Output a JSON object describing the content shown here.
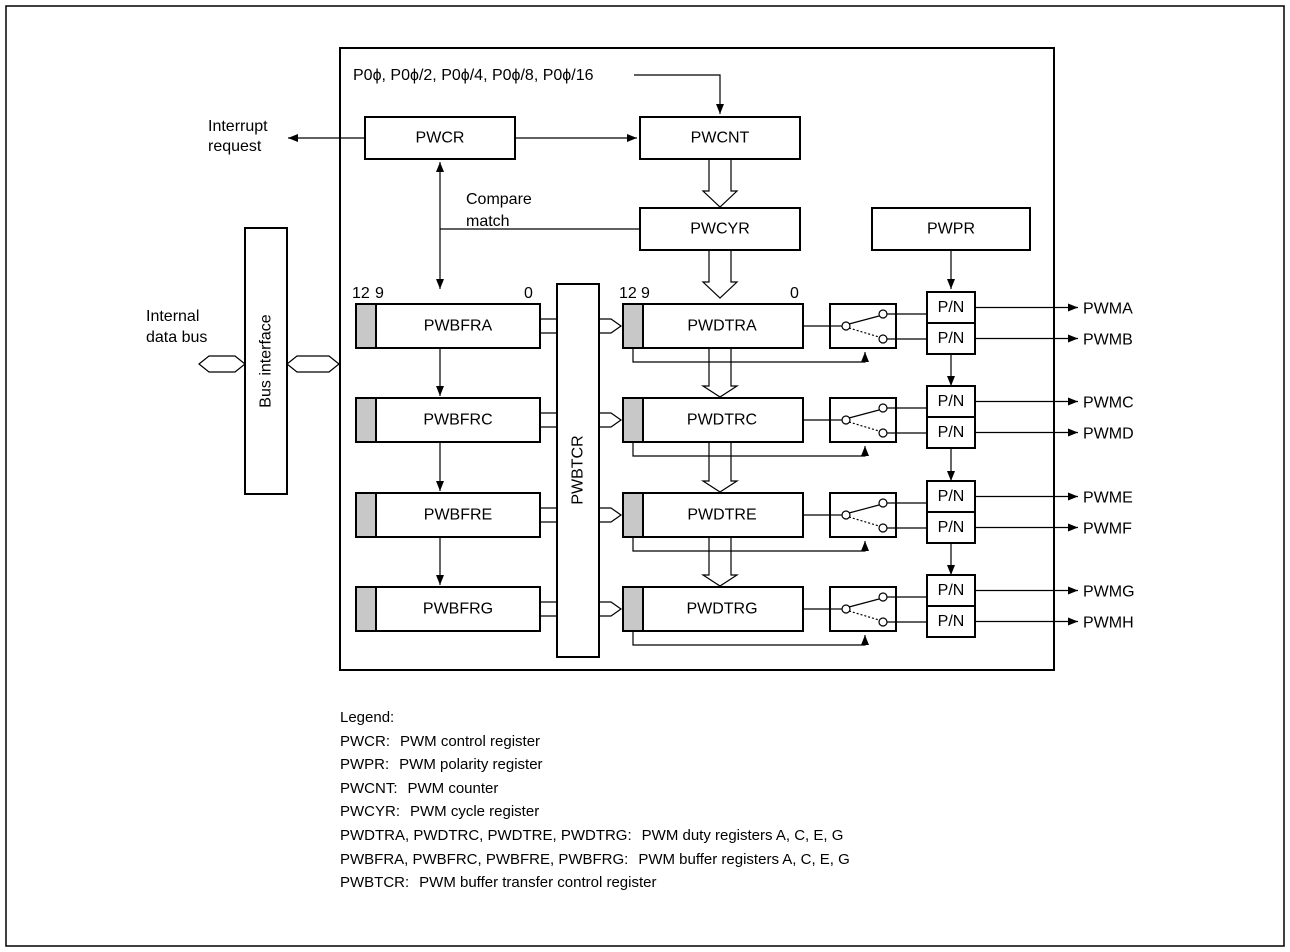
{
  "clock_sources": "P0ϕ, P0ϕ/2, P0ϕ/4, P0ϕ/8, P0ϕ/16",
  "interrupt_request": [
    "Interrupt",
    "request"
  ],
  "internal_data_bus": [
    "Internal",
    "data bus"
  ],
  "compare_match": [
    "Compare",
    "match"
  ],
  "bus_interface": "Bus interface",
  "registers": {
    "pwcr": "PWCR",
    "pwcnt": "PWCNT",
    "pwcyr": "PWCYR",
    "pwpr": "PWPR",
    "pwbtcr": "PWBTCR"
  },
  "buffer_registers": [
    "PWBFRA",
    "PWBFRC",
    "PWBFRE",
    "PWBFRG"
  ],
  "duty_registers": [
    "PWDTRA",
    "PWDTRC",
    "PWDTRE",
    "PWDTRG"
  ],
  "bit_labels": {
    "high": "12",
    "mid": "9",
    "low": "0"
  },
  "polarity_label": "P/N",
  "outputs": [
    "PWMA",
    "PWMB",
    "PWMC",
    "PWMD",
    "PWME",
    "PWMF",
    "PWMG",
    "PWMH"
  ],
  "legend": {
    "title": "Legend:",
    "items": [
      {
        "term": "PWCR:",
        "desc": "PWM control register"
      },
      {
        "term": "PWPR:",
        "desc": "PWM polarity register"
      },
      {
        "term": "PWCNT:",
        "desc": "PWM counter"
      },
      {
        "term": "PWCYR:",
        "desc": "PWM cycle register"
      },
      {
        "term": "PWDTRA, PWDTRC, PWDTRE, PWDTRG:",
        "desc": "PWM duty registers A, C, E, G"
      },
      {
        "term": "PWBFRA, PWBFRC, PWBFRE, PWBFRG:",
        "desc": "PWM buffer registers A, C, E, G"
      },
      {
        "term": "PWBTCR:",
        "desc": "PWM buffer transfer control register"
      }
    ]
  }
}
